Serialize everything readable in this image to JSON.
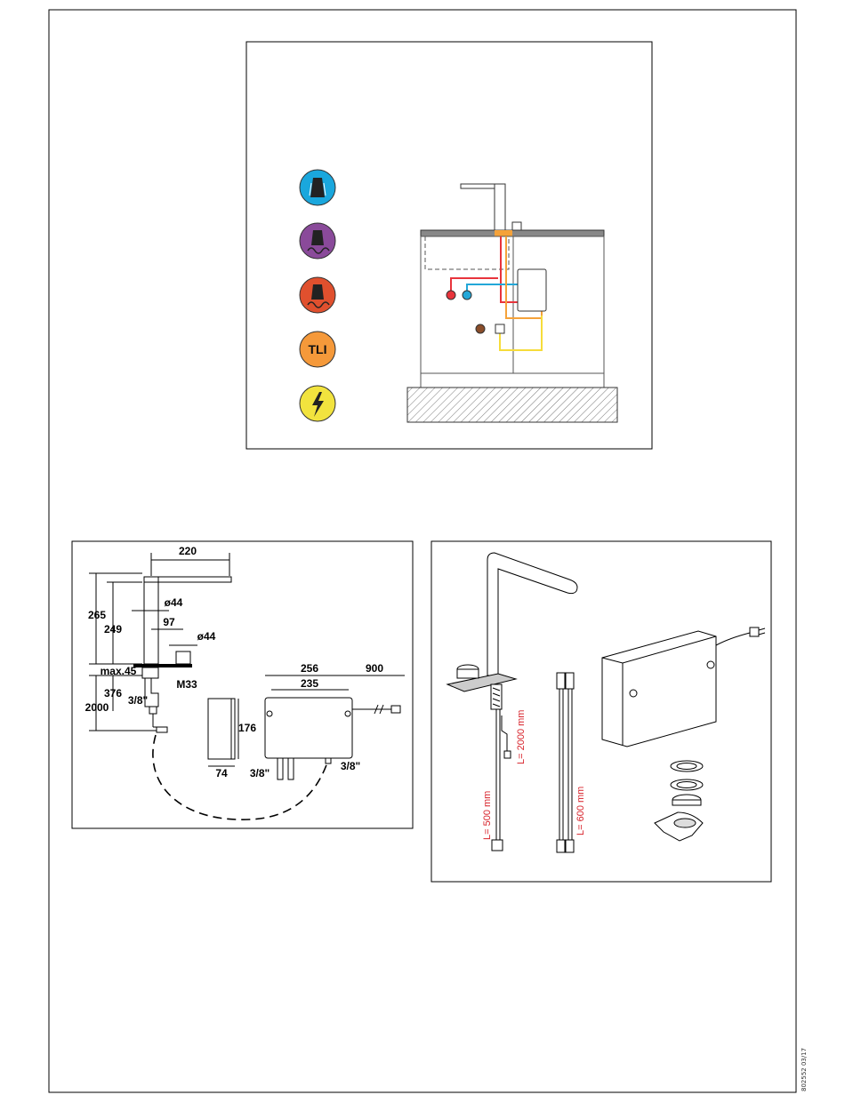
{
  "icons": {
    "cold_water": {
      "color": "#1aa7dd"
    },
    "hot_water": {
      "color": "#8a4a9a"
    },
    "mixed_water": {
      "color": "#e0502e"
    },
    "tli": {
      "label": "TLI",
      "color": "#f5993a"
    },
    "electric": {
      "color": "#f2e33e"
    }
  },
  "colors": {
    "hot_pipe": "#e8343c",
    "cold_pipe": "#23a7d8",
    "mixed_pipe": "#f5a23a",
    "cable": "#f6dc3a",
    "outlet": "#8a4d2a"
  },
  "dimensions": {
    "d220": "220",
    "d265": "265",
    "d249": "249",
    "d44a": "ø44",
    "d97": "97",
    "d44b": "ø44",
    "dmax45": "max.45",
    "dM33": "M33",
    "d376": "376",
    "d2000": "2000",
    "d38a": "3/8\"",
    "d256": "256",
    "d235": "235",
    "d900": "900",
    "d176": "176",
    "d74": "74",
    "d38b": "3/8\"",
    "d38c": "3/8\""
  },
  "parts": {
    "l2000": "L= 2000 mm",
    "l500": "L= 500 mm",
    "l600": "L= 600 mm"
  },
  "footer": {
    "code": "802552 03/17"
  }
}
